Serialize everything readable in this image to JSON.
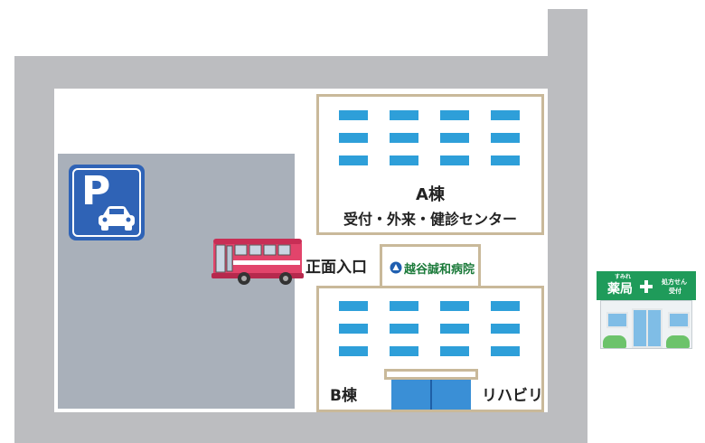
{
  "buildings": {
    "a": {
      "name": "A棟",
      "departments": "受付・外来・健診センター"
    },
    "b": {
      "name": "B棟",
      "rehab": "リハビリ"
    }
  },
  "entrance": {
    "label": "正面入口",
    "hospital_name": "越谷誠和病院"
  },
  "parking": {
    "letter": "P"
  },
  "pharmacy": {
    "small": "すみれ",
    "name": "薬局",
    "service_line1": "処方せん",
    "service_line2": "受付"
  },
  "colors": {
    "road": "#bcbdc0",
    "parking_area": "#a9b0ba",
    "window": "#2e9fd9",
    "parking_sign": "#2f63b6",
    "bus": "#e2446b",
    "pharmacy_green": "#1f9b5a",
    "building_border": "#c9b99a"
  }
}
